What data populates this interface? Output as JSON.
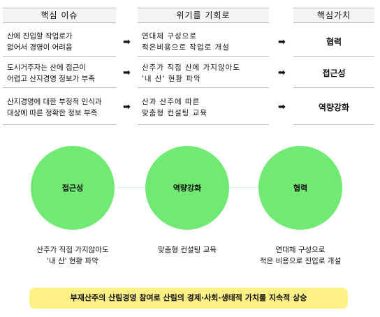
{
  "table": {
    "headers": [
      "핵심 이슈",
      "위기를 기회로",
      "핵심가치"
    ],
    "rows": [
      {
        "issue_lines": [
          "산에 진입할 작업로가",
          "없어서 경영이 어려움"
        ],
        "opportunity_lines": [
          "연대체 구성으로",
          "적은비용으로 작업로 개설"
        ],
        "value": "협력"
      },
      {
        "issue_lines": [
          "도시거주자는 산에 접근이",
          "어렵고 산지경영 정보가 부족"
        ],
        "opportunity_lines": [
          "산주가 직접 산에 가지않아도",
          "'내 산' 현황 파악"
        ],
        "value": "접근성"
      },
      {
        "issue_lines": [
          "산지경영에 대한 부정적 인식과",
          "대상에 따른 정확한 정보 부족"
        ],
        "opportunity_lines": [
          "산과 산주에 따른",
          "맞춤형 컨설팅 교육"
        ],
        "value": "역량강화"
      }
    ],
    "arrow_icon": "arrow-right-icon"
  },
  "circles": [
    {
      "label": "접근성",
      "desc_lines": [
        "산주가 직접 가지않아도",
        "'내 산' 현황 파악"
      ]
    },
    {
      "label": "역량강화",
      "desc_lines": [
        "맞춤형 컨설팅 교육"
      ]
    },
    {
      "label": "협력",
      "desc_lines": [
        "연대체 구성으로",
        "적은 비용으로 진입로 개설"
      ]
    }
  ],
  "banner": "부재산주의 산림경영 참여로 산림의 경제·사회·생태적 가치를 지속적 상승",
  "colors": {
    "circle": "#70ea72",
    "banner": "#fdf085",
    "header_bg": "#f4f4f4"
  }
}
